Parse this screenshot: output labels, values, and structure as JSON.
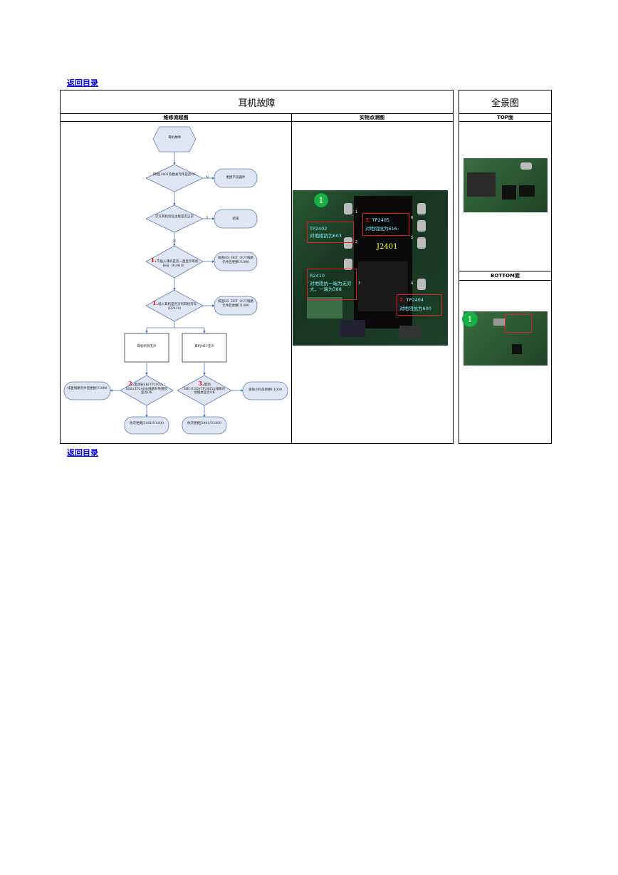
{
  "nav": {
    "back_top": "返回目录",
    "back_bottom": "返回目录"
  },
  "main": {
    "title": "耳机故障",
    "col_flow": "维修流程图",
    "col_photo": "实物点测图"
  },
  "pano": {
    "title": "全景图",
    "top_label": "TOP面",
    "bottom_label": "BOTTOM面",
    "marker": "1"
  },
  "flow": {
    "start": "耳机故障",
    "d1": "目检J2401及相关元件是否OK",
    "r1": "更换不良器件",
    "d2": "交叉耳机验证主板是否正常",
    "r2": "结束",
    "d3_num": "1.",
    "d3": "不插入耳机是否一直显示耳机符号（R2410）",
    "r3": "排查HS_DET_OUT线路元件后更换U1000",
    "d4_num": "1.",
    "d4": "插入耳机是否没有耳机符号（R2410）",
    "r4": "排查HS_DET_OUT线路元件后更换U1000",
    "p1": "耳机听筒无声",
    "p2": "耳机MIC无声",
    "d5_num": "2.",
    "d5": "量测HSR(TP2402) / HSL(TP2404)线路对地阻抗是否OK",
    "d6_num": "3.",
    "d6": "量测MIC(CSD(TP2405))线路对地阻抗是否OK",
    "l5": "排查线路元件后更换U1000",
    "r6": "排除小料后更换U1000",
    "b5": "依次更换J2401/U1000",
    "b6": "依次更换J2401/U1000",
    "yes": "Y",
    "no": "N"
  },
  "photo": {
    "marker": "1",
    "connector": "J2401",
    "tp2402": "TP2402",
    "tp2402_val": "对地阻抗为603",
    "tp2405_num": "3.",
    "tp2405": "TP2405",
    "tp2405_val": "对地阻抗为616",
    "r2410": "R2410",
    "r2410_val": "对地阻抗一端为无穷大，一端为388",
    "tp2404_num": "2.",
    "tp2404": "TP2404",
    "tp2404_val": "对地阻抗为600",
    "pin1": "1",
    "pin2": "2",
    "pin3": "3",
    "pin4": "4",
    "pin5": "5",
    "pin6": "6"
  }
}
